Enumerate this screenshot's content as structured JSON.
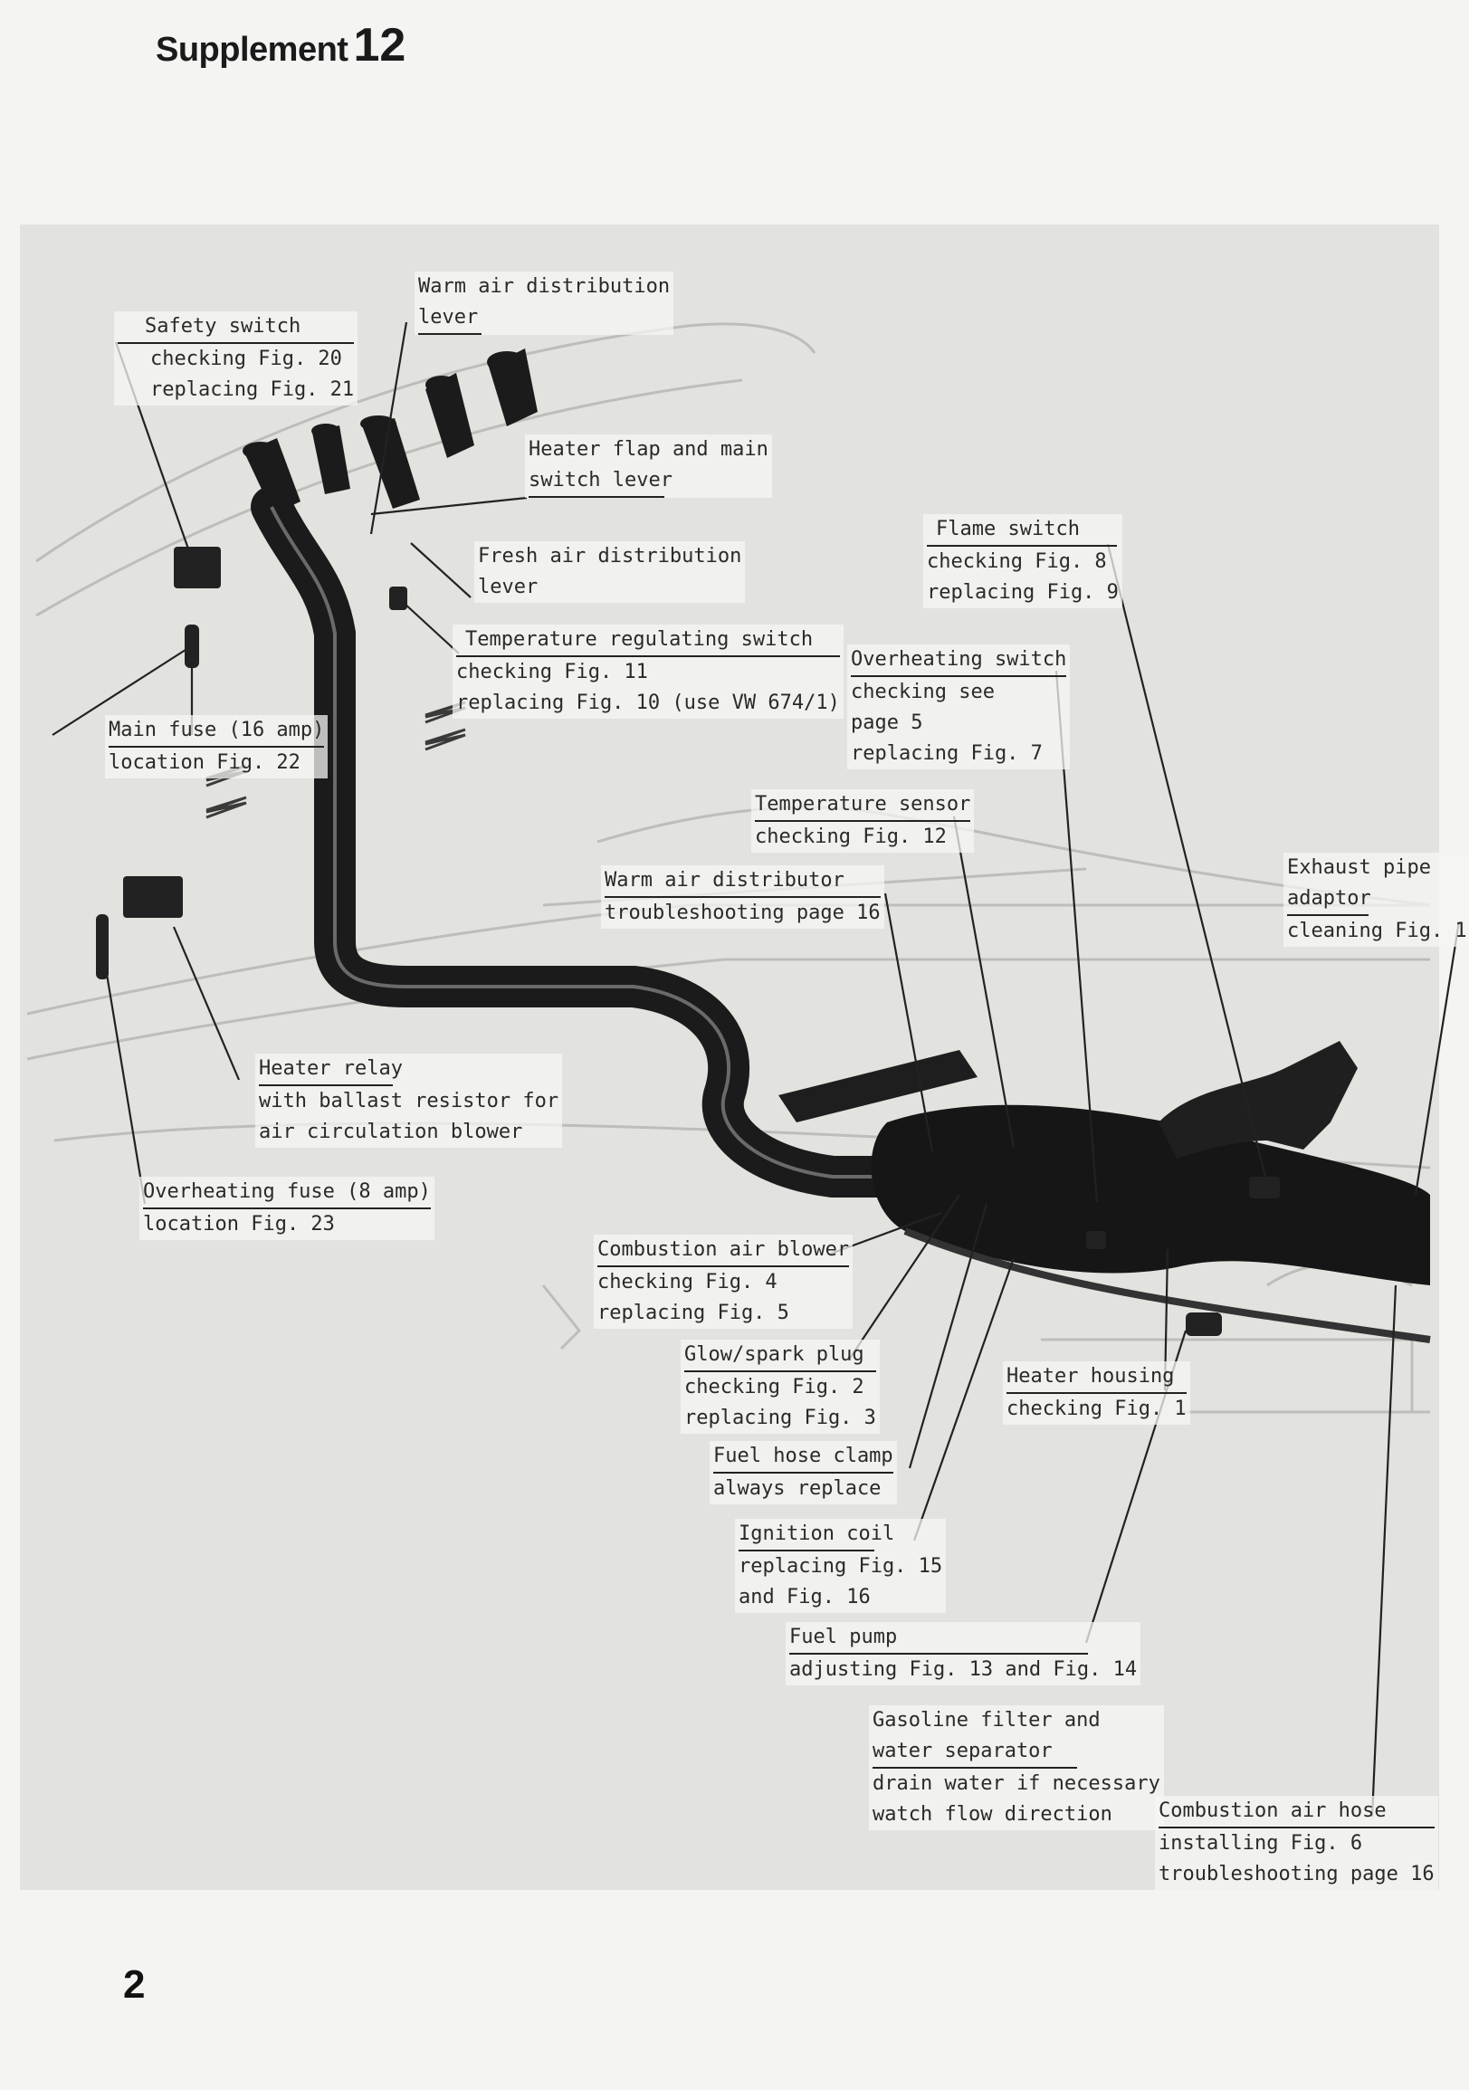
{
  "header": {
    "word": "Supplement",
    "number": "12"
  },
  "page_number": "2",
  "labels": {
    "safety_switch": {
      "title": "Safety switch",
      "lines": [
        "checking Fig. 20",
        "replacing Fig. 21"
      ]
    },
    "warm_air_lever": {
      "lines": [
        "Warm air distribution"
      ],
      "title": "lever"
    },
    "heater_flap": {
      "lines": [
        "Heater flap and main"
      ],
      "title": "switch lever"
    },
    "fresh_air_lever": {
      "lines": [
        "Fresh air distribution"
      ],
      "title": "lever"
    },
    "temp_switch": {
      "title": "Temperature regulating switch",
      "lines": [
        "checking Fig. 11",
        "replacing Fig. 10 (use VW 674/1)"
      ]
    },
    "main_fuse": {
      "title": "Main fuse (16 amp)",
      "lines": [
        "location Fig. 22"
      ]
    },
    "flame_switch": {
      "title": "Flame switch",
      "lines": [
        "checking Fig. 8",
        "replacing Fig. 9"
      ]
    },
    "overheating_switch": {
      "title": "Overheating switch",
      "lines": [
        "checking see",
        "page 5",
        "replacing Fig. 7"
      ]
    },
    "temp_sensor": {
      "title": "Temperature sensor",
      "lines": [
        "checking Fig. 12"
      ]
    },
    "warm_air_distributor": {
      "title": "Warm air distributor",
      "lines": [
        "troubleshooting page 16"
      ]
    },
    "exhaust_adaptor": {
      "lines": [
        "Exhaust pipe"
      ],
      "title": "adaptor",
      "lines2": [
        "cleaning Fig. 1"
      ]
    },
    "heater_relay": {
      "title": "Heater relay",
      "lines": [
        "with ballast resistor for",
        "air circulation blower"
      ]
    },
    "overheating_fuse": {
      "title": "Overheating fuse (8 amp)",
      "lines": [
        "location Fig. 23"
      ]
    },
    "combustion_blower": {
      "title": "Combustion air blower",
      "lines": [
        "checking Fig. 4",
        "replacing Fig. 5"
      ]
    },
    "glow_plug": {
      "title": "Glow/spark plug",
      "lines": [
        "checking Fig. 2",
        "replacing Fig. 3"
      ]
    },
    "heater_housing": {
      "title": "Heater housing",
      "lines": [
        "checking Fig. 1"
      ]
    },
    "fuel_clamp": {
      "title": "Fuel hose clamp",
      "lines": [
        "always replace"
      ]
    },
    "ignition_coil": {
      "title": "Ignition coil",
      "lines": [
        "replacing Fig. 15",
        "and Fig. 16"
      ]
    },
    "fuel_pump": {
      "title": "Fuel pump",
      "lines": [
        "adjusting Fig. 13 and Fig. 14"
      ]
    },
    "gas_filter": {
      "lines": [
        "Gasoline filter and"
      ],
      "title": "water separator",
      "lines2": [
        "drain water if necessary",
        "watch flow direction"
      ]
    },
    "combustion_hose": {
      "title": "Combustion air hose",
      "lines": [
        "installing Fig. 6",
        "troubleshooting page 16"
      ]
    }
  }
}
